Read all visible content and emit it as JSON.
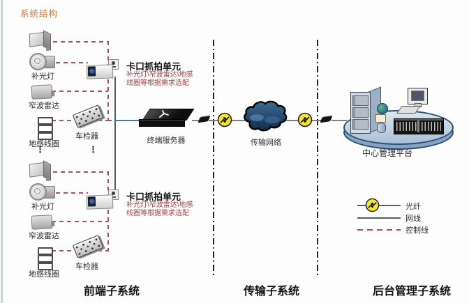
{
  "title": "系统结构",
  "sections": {
    "frontend": "前端子系统",
    "transmission": "传输子系统",
    "backend": "后台管理子系统"
  },
  "groups": [
    {
      "unit_title": "卡口抓拍单元",
      "unit_note_line1": "补光灯\\窄波雷达\\地感",
      "unit_note_line2": "线圈等根据需求选配",
      "fill_light": "补光灯",
      "radar": "窄波雷达",
      "loop_coil": "地感线圈",
      "vehicle_detector": "车检器"
    },
    {
      "unit_title": "卡口抓拍单元",
      "unit_note_line1": "补光灯\\窄波雷达\\地感",
      "unit_note_line2": "线圈等根据需求选配",
      "fill_light": "补光灯",
      "radar": "窄波雷达",
      "loop_coil": "地感线圈",
      "vehicle_detector": "车检器"
    }
  ],
  "terminal_server": "终端服务器",
  "cloud": "传输网络",
  "platform": "中心管理平台",
  "legend": {
    "fiber": "光纤",
    "network": "网线",
    "control": "控制线"
  },
  "ellipsis": "⋮",
  "colors": {
    "title_orange": "#c8763c",
    "control_line_red": "#a65252",
    "network_line_blue": "#3d7e96",
    "fiber_yellow": "#f2e435",
    "divider_black": "#222222",
    "cloud_blue": "#2a4e74",
    "platform_blue": "#a9c0d8"
  }
}
